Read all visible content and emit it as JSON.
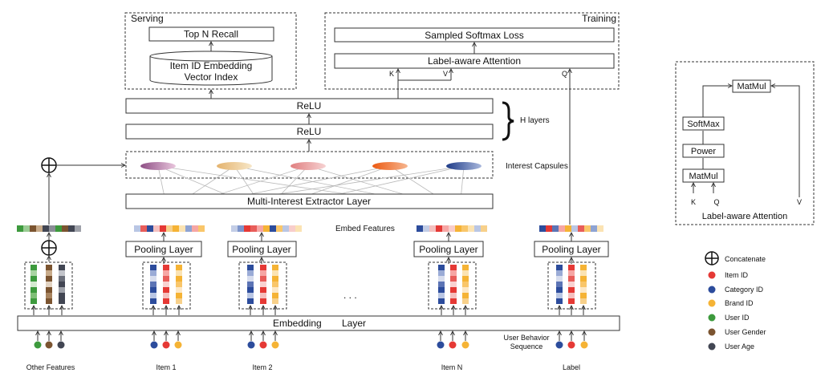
{
  "serving": {
    "title": "Serving",
    "top_n_recall": "Top N Recall",
    "index_line1": "Item ID Embedding",
    "index_line2": "Vector Index"
  },
  "training": {
    "title": "Training",
    "sampled_softmax_loss": "Sampled Softmax Loss",
    "label_aware_attention": "Label-aware Attention",
    "k": "K",
    "v": "V",
    "q": "Q"
  },
  "relu_top": "ReLU",
  "relu_bottom": "ReLU",
  "h_layers": "H layers",
  "interest_capsules": "Interest Capsules",
  "extractor": "Multi-Interest Extractor Layer",
  "embed_features": "Embed Features",
  "pooling_label": "Pooling Layer",
  "ellipsis": ". . .",
  "embedding_layer_a": "Embedding",
  "embedding_layer_b": "Layer",
  "user_behavior_line1": "User Behavior",
  "user_behavior_line2": "Sequence",
  "inputs": [
    "Other Features",
    "Item 1",
    "Item 2",
    "Item N",
    "Label"
  ],
  "attention_panel": {
    "matmul_top": "MatMul",
    "softmax": "SoftMax",
    "power": "Power",
    "matmul_bottom": "MatMul",
    "k": "K",
    "q": "Q",
    "v": "V",
    "caption": "Label-aware Attention"
  },
  "legend": [
    {
      "label": "Concatenate",
      "icon": "concatenate-icon"
    },
    {
      "label": "Item ID",
      "color": "#e53935"
    },
    {
      "label": "Category ID",
      "color": "#2c4c9c"
    },
    {
      "label": "Brand ID",
      "color": "#f5b335"
    },
    {
      "label": "User ID",
      "color": "#3d9a3d"
    },
    {
      "label": "User Gender",
      "color": "#7b5430"
    },
    {
      "label": "User Age",
      "color": "#424653"
    }
  ],
  "colors": {
    "capsule_1": "#8e4f85",
    "capsule_2": "#ecc98d",
    "capsule_3": "#ea9a98",
    "capsule_4": "#ee6a26",
    "capsule_5": "#2d4a9a"
  }
}
